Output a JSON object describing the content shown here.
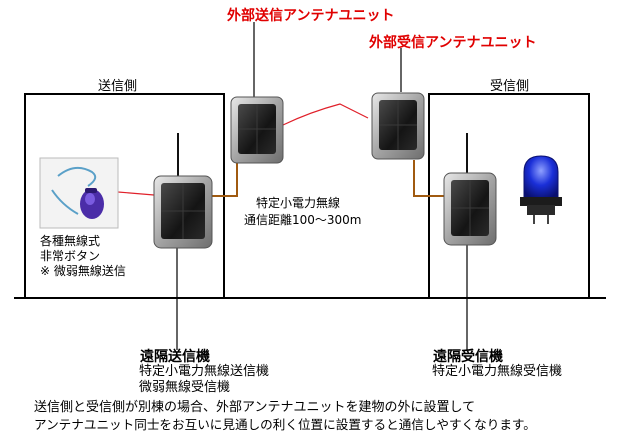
{
  "outdoor_units": {
    "tx_title": "外部送信アンテナユニット",
    "rx_title": "外部受信アンテナユニット"
  },
  "buildings": {
    "tx_label": "送信側",
    "rx_label": "受信側"
  },
  "link_spec": {
    "line1": "特定小電力無線",
    "line2": "通信距離100〜300m"
  },
  "button_desc": {
    "line1": "各種無線式",
    "line2": "非常ボタン",
    "line3": "※ 微弱無線送信"
  },
  "tx_device": {
    "title": "遠隔送信機",
    "line1": "特定小電力無線送信機",
    "line2": "微弱無線受信機"
  },
  "rx_device": {
    "title": "遠隔受信機",
    "line1": "特定小電力無線受信機"
  },
  "footer": {
    "line1": "送信側と受信側が別棟の場合、外部アンテナユニットを建物の外に設置して",
    "line2": "アンテナユニット同士をお互いに見通しの利く位置に設置すると通信しやすくなります。"
  },
  "colors": {
    "accent": "#e00000",
    "wire": "#a05a10",
    "link": "#e0202a",
    "device_body": "#9a9a9a",
    "device_face": "#1a1a1a",
    "lamp": "#1a2fd8"
  }
}
